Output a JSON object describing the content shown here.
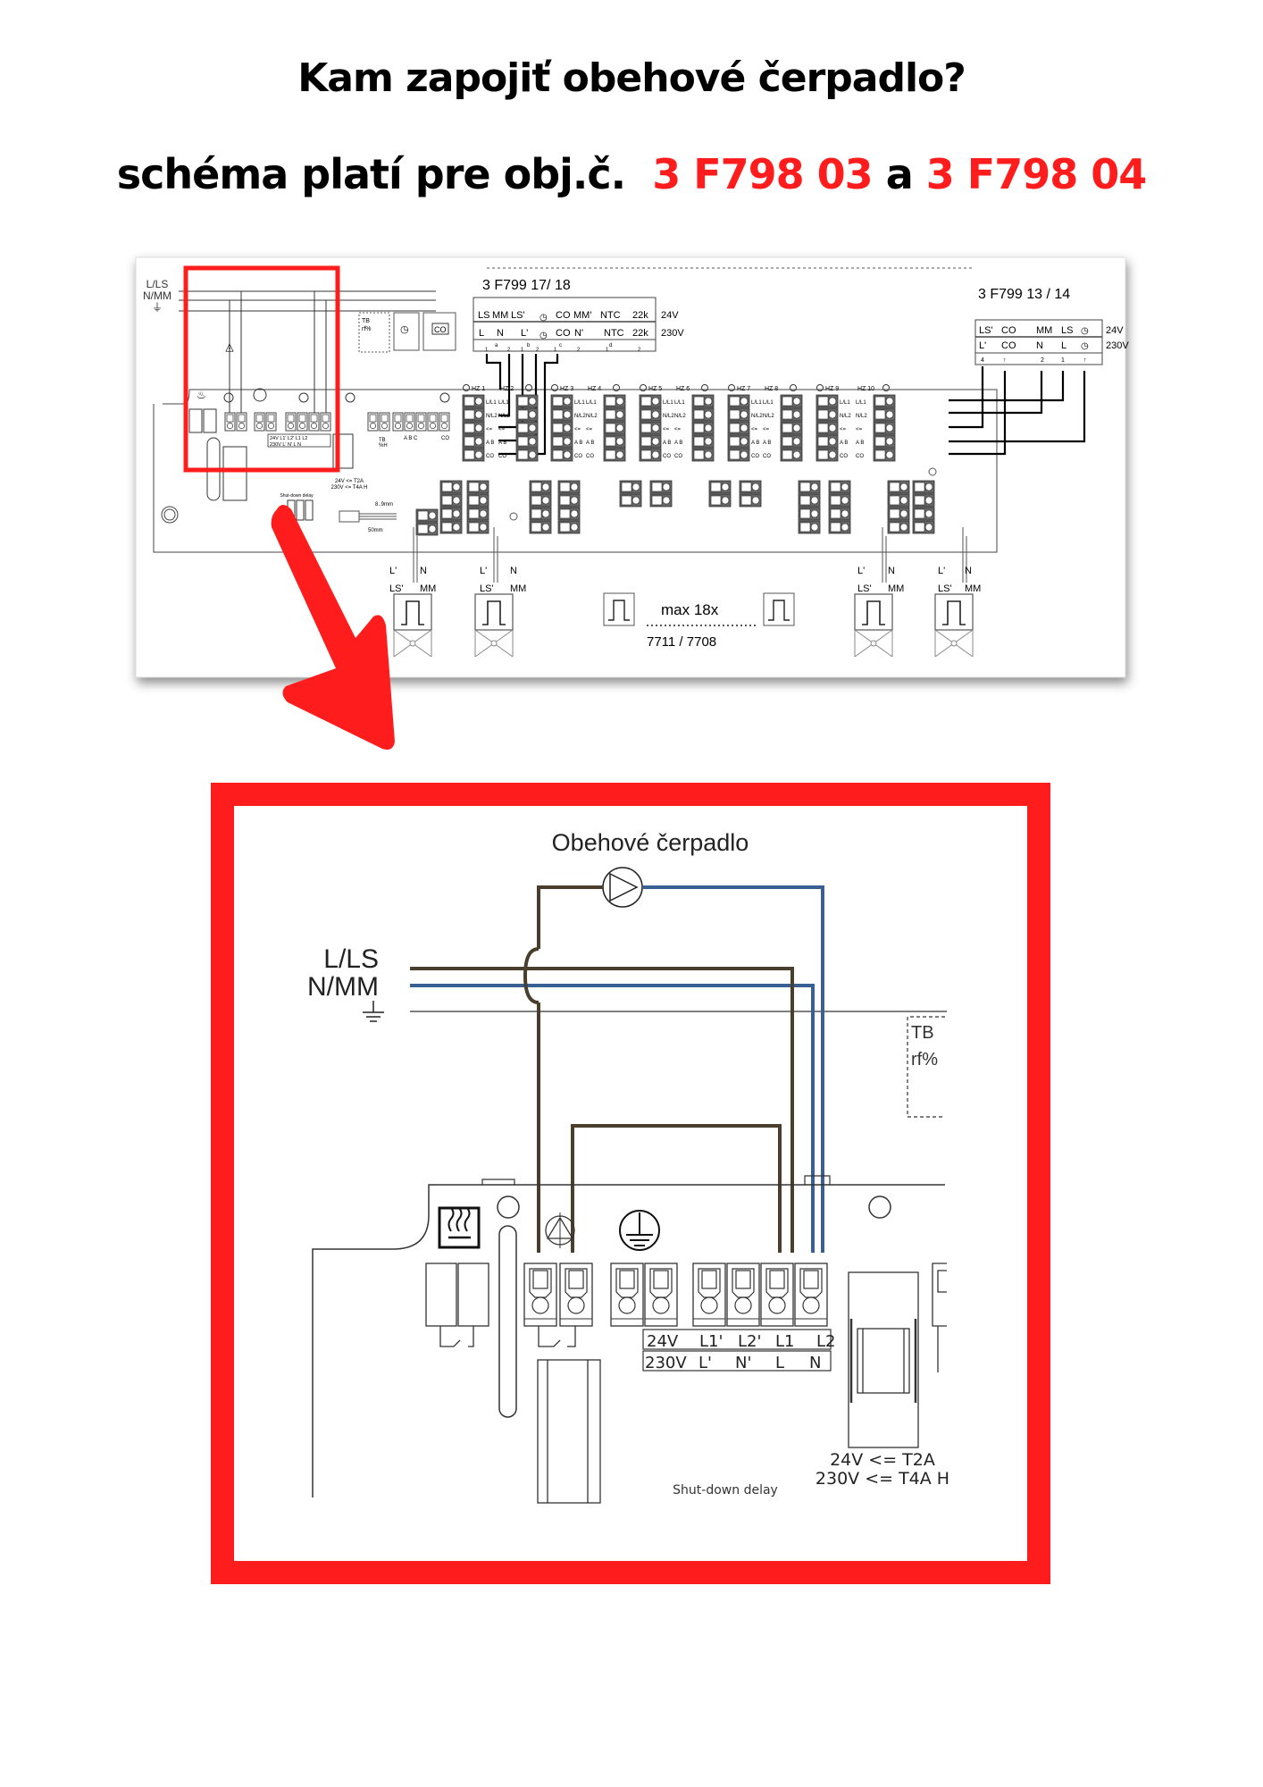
{
  "header": {
    "title": "Kam zapojiť obehové čerpadlo?",
    "subtitle_prefix": "schéma platí pre obj.č.",
    "order_number_1": "3 F798 03",
    "conjunction": "a",
    "order_number_2": "3 F798 04"
  },
  "colors": {
    "accent_red": "#ff1c1c",
    "wire_brown": "#4a3f2c",
    "wire_blue": "#3a5f92"
  },
  "overview": {
    "line_labels": [
      "L/LS",
      "N/MM"
    ],
    "module_left": {
      "name": "3 F799 17/ 18",
      "row_24v": [
        "LS",
        "MM",
        "LS'",
        "CO",
        "MM'",
        "NTC",
        "22k"
      ],
      "row_230v": [
        "L",
        "N",
        "L'",
        "CO",
        "N'",
        "NTC",
        "22k"
      ],
      "voltage_24": "24V",
      "voltage_230": "230V",
      "group_letters": [
        "a",
        "b",
        "c",
        "d"
      ],
      "pins": [
        "1",
        "2",
        "1",
        "2",
        "1",
        "2",
        "1",
        "2"
      ]
    },
    "module_right": {
      "name": "3 F799 13 / 14",
      "row_24v": [
        "LS'",
        "CO",
        "MM",
        "LS"
      ],
      "row_230v": [
        "L'",
        "CO",
        "N",
        "L"
      ],
      "voltage_24": "24V",
      "voltage_230": "230V",
      "pins": [
        "4",
        "↑",
        "2",
        "1",
        "↑"
      ]
    },
    "tb_box": [
      "TB",
      "rf%"
    ],
    "co_label": "CO",
    "terminal_strip": {
      "row_24v": "24V  L1'  L2'  L1  L2",
      "row_230v": "230V L'  N'  L  N"
    },
    "tb_small": [
      "TB",
      "%H"
    ],
    "ab_small": "A B C",
    "co_small": "CO",
    "fuse_24v": "24V <= T2A",
    "fuse_230v": "230V <= T4A H",
    "shutdown": "Shut-down delay",
    "strip_len_1": "8..9mm",
    "strip_len_2": "50mm",
    "zones": [
      "HZ 1",
      "HZ 2",
      "HZ 3",
      "HZ 4",
      "HZ 5",
      "HZ 6",
      "HZ 7",
      "HZ 8",
      "HZ 9",
      "HZ 10"
    ],
    "zone_rows": [
      "L/L1",
      "N/L2",
      "<=",
      "A B",
      "CO"
    ],
    "actuator_labels": {
      "top": [
        "L'",
        "N"
      ],
      "bottom": [
        "LS'",
        "MM"
      ]
    },
    "max_label": "max 18x",
    "thermostat_models": "7711 / 7708"
  },
  "detail": {
    "pump_label": "Obehové čerpadlo",
    "line_labels": [
      "L/LS",
      "N/MM"
    ],
    "tb_box": [
      "TB",
      "rf%"
    ],
    "terminal_row_24v": [
      "24V",
      "L1'",
      "L2'",
      "L1",
      "L2"
    ],
    "terminal_row_230v": [
      "230V",
      "L'",
      "N'",
      "L",
      "N"
    ],
    "fuse_24v": "24V <= T2A",
    "fuse_230v": "230V <= T4A H",
    "shutdown": "Shut-down delay"
  }
}
